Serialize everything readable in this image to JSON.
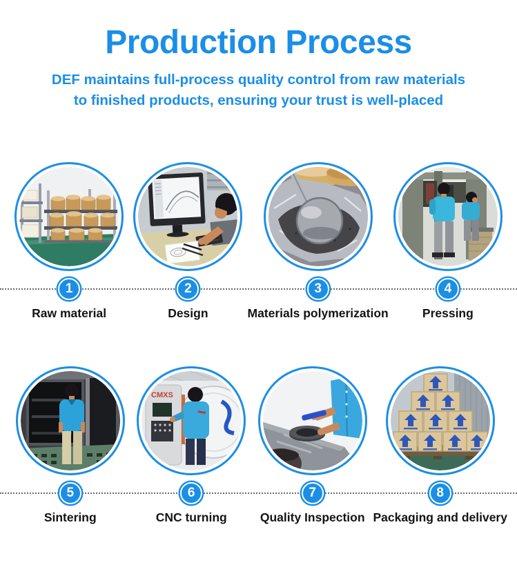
{
  "theme": {
    "accent_blue": "#1b8ee6",
    "label_color": "#141414",
    "dotted_line_color": "#6a6a6a",
    "background": "#ffffff"
  },
  "header": {
    "title": "Production Process",
    "subtitle": "DEF maintains full-process quality control from raw materials to finished products, ensuring your trust is well-placed"
  },
  "steps": [
    {
      "number": "1",
      "label": "Raw material",
      "photo": "warehouse-raw-material-drums"
    },
    {
      "number": "2",
      "label": "Design",
      "photo": "engineer-cad-design-monitor"
    },
    {
      "number": "3",
      "label": "Materials polymerization",
      "photo": "metal-scoop-in-dark-powder"
    },
    {
      "number": "4",
      "label": "Pressing",
      "photo": "workers-at-press-machines"
    },
    {
      "number": "5",
      "label": "Sintering",
      "photo": "worker-at-sintering-furnace"
    },
    {
      "number": "6",
      "label": "CNC turning",
      "photo": "worker-at-cnc-lathe",
      "machine_text": "CMXS"
    },
    {
      "number": "7",
      "label": "Quality Inspection",
      "photo": "inspecting-ring-part-on-bench"
    },
    {
      "number": "8",
      "label": "Packaging and delivery",
      "photo": "stacked-cartons-warehouse"
    }
  ]
}
